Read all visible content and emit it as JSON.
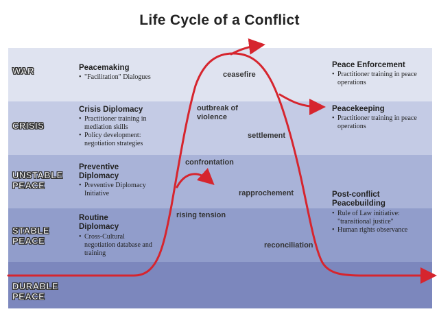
{
  "title": "Life Cycle of a Conflict",
  "levels": {
    "war": "WAR",
    "crisis": "CRISIS",
    "unstable": "UNSTABLE PEACE",
    "stable": "STABLE PEACE",
    "durable": "DURABLE PEACE"
  },
  "left": {
    "peacemaking": {
      "heading": "Peacemaking",
      "items": [
        "\"Facilitation\" Dialogues"
      ]
    },
    "crisis_diplomacy": {
      "heading": "Crisis Diplomacy",
      "items": [
        "Practitioner training in mediation skills",
        "Policy development: negotiation strategies"
      ]
    },
    "preventive_diplomacy": {
      "heading": "Preventive Diplomacy",
      "items": [
        "Preventive Diplomacy Initiative"
      ]
    },
    "routine_diplomacy": {
      "heading": "Routine Diplomacy",
      "items": [
        "Cross-Cultural negotiation database and training"
      ]
    }
  },
  "right": {
    "peace_enforcement": {
      "heading": "Peace Enforcement",
      "items": [
        "Practitioner training in peace operations"
      ]
    },
    "peacekeeping": {
      "heading": "Peacekeeping",
      "items": [
        "Practitioner training in peace operations"
      ]
    },
    "post_conflict": {
      "heading": "Post-conflict Peacebuilding",
      "items": [
        "Rule of Law initiative: \"transitional justice\"",
        "Human rights observance"
      ]
    }
  },
  "curve_labels": {
    "ceasefire": "ceasefire",
    "outbreak": "outbreak of violence",
    "settlement": "settlement",
    "confrontation": "confrontation",
    "rapprochement": "rapprochement",
    "rising_tension": "rising tension",
    "reconciliation": "reconciliation"
  },
  "colors": {
    "curve": "#d6252e",
    "war_band": "#dfe3f0",
    "crisis_band": "#c4cbe5",
    "unstable_band": "#a9b3d8",
    "stable_band": "#919dcb",
    "durable_band": "#7c87bd"
  }
}
